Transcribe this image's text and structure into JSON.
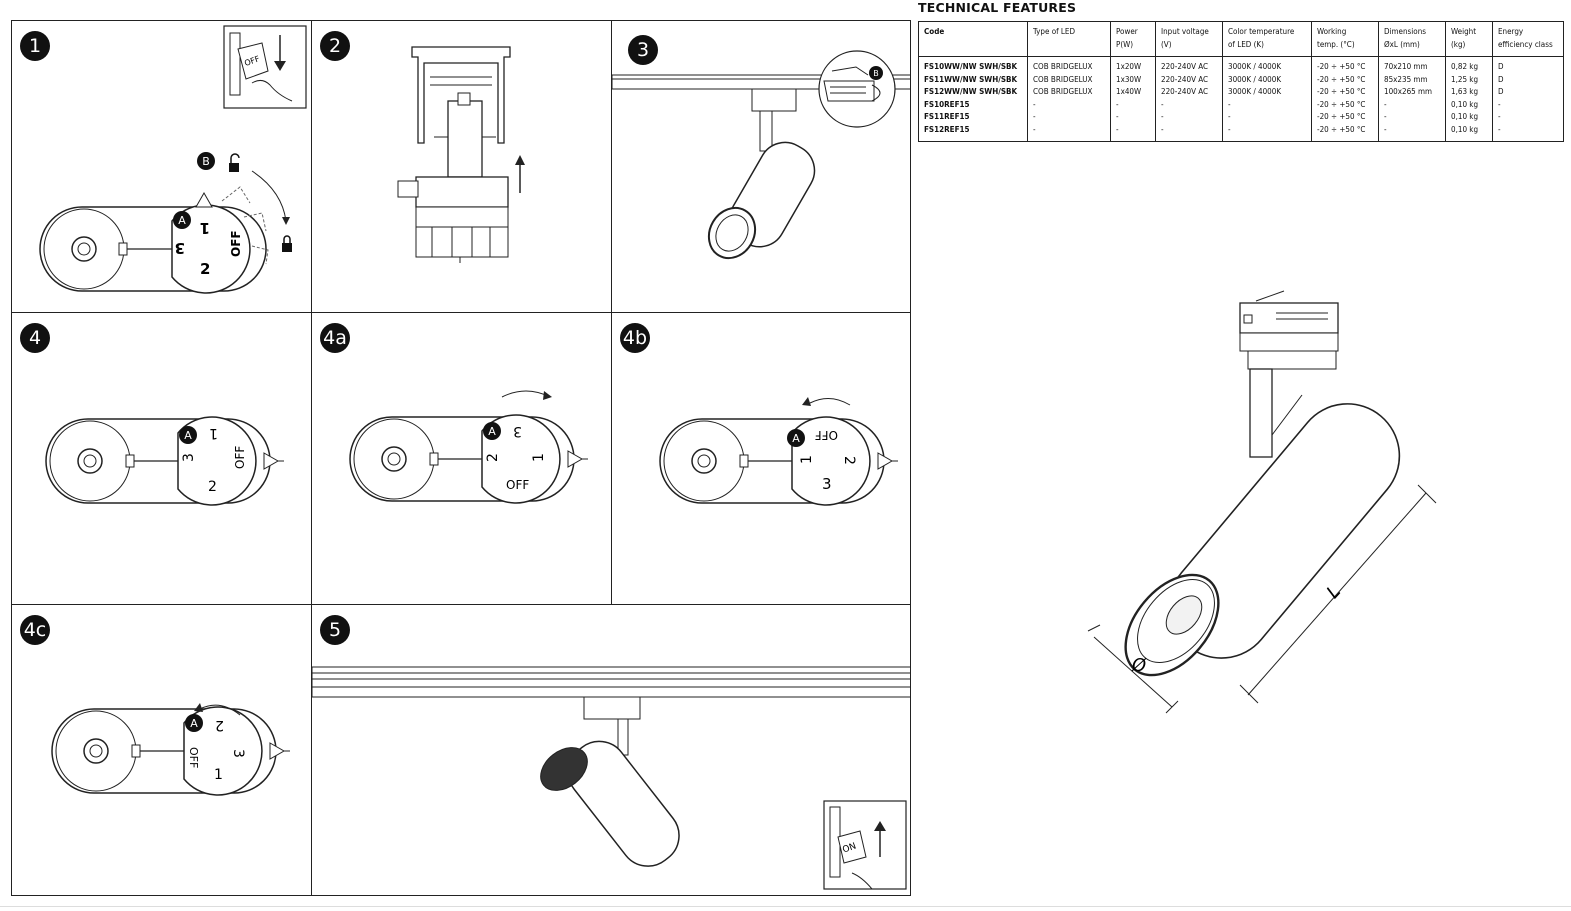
{
  "steps": [
    {
      "label": "1"
    },
    {
      "label": "2"
    },
    {
      "label": "3"
    },
    {
      "label": "4"
    },
    {
      "label": "4a"
    },
    {
      "label": "4b"
    },
    {
      "label": "4c"
    },
    {
      "label": "5"
    }
  ],
  "step1": {
    "marker_a": "A",
    "marker_b": "B",
    "dial": [
      "1",
      "3",
      "2",
      "OFF"
    ],
    "switch_label": "OFF"
  },
  "step3": {
    "marker_b": "B"
  },
  "step4": {
    "marker_a": "A",
    "dial": [
      "1",
      "3",
      "2",
      "OFF"
    ]
  },
  "step4a": {
    "marker_a": "A",
    "dial": [
      "3",
      "2",
      "1",
      "OFF"
    ]
  },
  "step4b": {
    "marker_a": "A",
    "dial": [
      "OFF",
      "1",
      "2",
      "3"
    ]
  },
  "step4c": {
    "marker_a": "A",
    "dial": [
      "2",
      "OFF",
      "3",
      "1"
    ]
  },
  "step5": {
    "switch_label": "ON"
  },
  "tech": {
    "title": "TECHNICAL FEATURES",
    "headers": [
      [
        "Code"
      ],
      [
        "Type of LED"
      ],
      [
        "Power",
        "P(W)"
      ],
      [
        "Input voltage",
        "(V)"
      ],
      [
        "Color temperature",
        "of LED (K)"
      ],
      [
        "Working",
        "temp. (°C)"
      ],
      [
        "Dimensions",
        "ØxL (mm)"
      ],
      [
        "Weight",
        "(kg)"
      ],
      [
        "Energy",
        "efficiency class"
      ]
    ],
    "columns": [
      [
        "FS10WW/NW SWH/SBK",
        "FS11WW/NW SWH/SBK",
        "FS12WW/NW SWH/SBK",
        "FS10REF15",
        "FS11REF15",
        "FS12REF15"
      ],
      [
        "COB BRIDGELUX",
        "COB BRIDGELUX",
        "COB BRIDGELUX",
        "-",
        "-",
        "-"
      ],
      [
        "1x20W",
        "1x30W",
        "1x40W",
        "-",
        "-",
        "-"
      ],
      [
        "220-240V AC",
        "220-240V AC",
        "220-240V AC",
        "-",
        "-",
        "-"
      ],
      [
        "3000K / 4000K",
        "3000K / 4000K",
        "3000K / 4000K",
        "-",
        "-",
        "-"
      ],
      [
        "-20 ÷ +50 °C",
        "-20 ÷ +50 °C",
        "-20 ÷ +50 °C",
        "-20 ÷ +50 °C",
        "-20 ÷ +50 °C",
        "-20 ÷ +50 °C"
      ],
      [
        "70x210 mm",
        "85x235 mm",
        "100x265 mm",
        "-",
        "-",
        "-"
      ],
      [
        "0,82 kg",
        "1,25 kg",
        "1,63 kg",
        "0,10 kg",
        "0,10 kg",
        "0,10 kg"
      ],
      [
        "D",
        "D",
        "D",
        "-",
        "-",
        "-"
      ]
    ]
  },
  "product": {
    "dim_diameter": "Ø",
    "dim_length": "L"
  }
}
